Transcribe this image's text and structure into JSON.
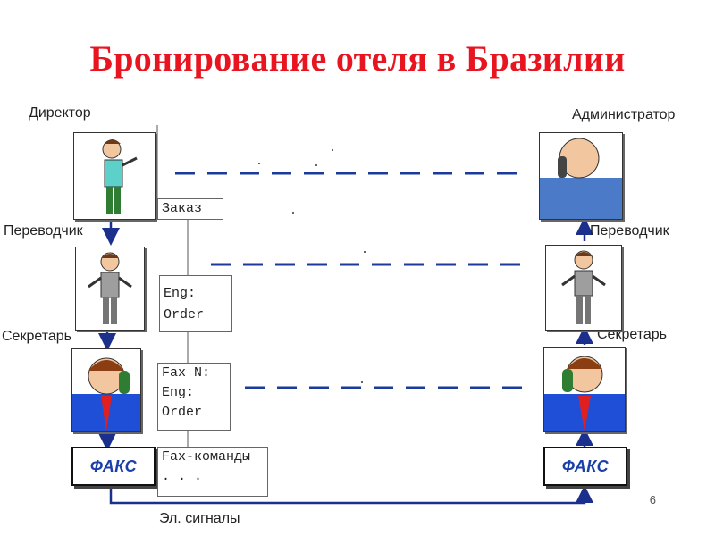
{
  "title": "Бронирование отеля в Бразилии",
  "left": {
    "director": "Директор",
    "translator": "Переводчик",
    "secretary": "Секретарь"
  },
  "right": {
    "administrator": "Администратор",
    "translator": "Переводчик",
    "secretary": "Секретарь"
  },
  "fax_label": "ФАКС",
  "notes": {
    "order": "Заказ",
    "eng": "Eng:",
    "order_text": "Order",
    "fax_n": "Fax N:",
    "eng2": "Eng:",
    "order_text2": "Order",
    "fax_commands": "Fax-команды",
    "dots": ". . ."
  },
  "signals": "Эл. сигналы",
  "page_number": "6",
  "colors": {
    "title": "#e8141f",
    "arrow": "#1b2f8c",
    "dash": "#1b3a9c",
    "fax_text": "#1b3fa8"
  }
}
